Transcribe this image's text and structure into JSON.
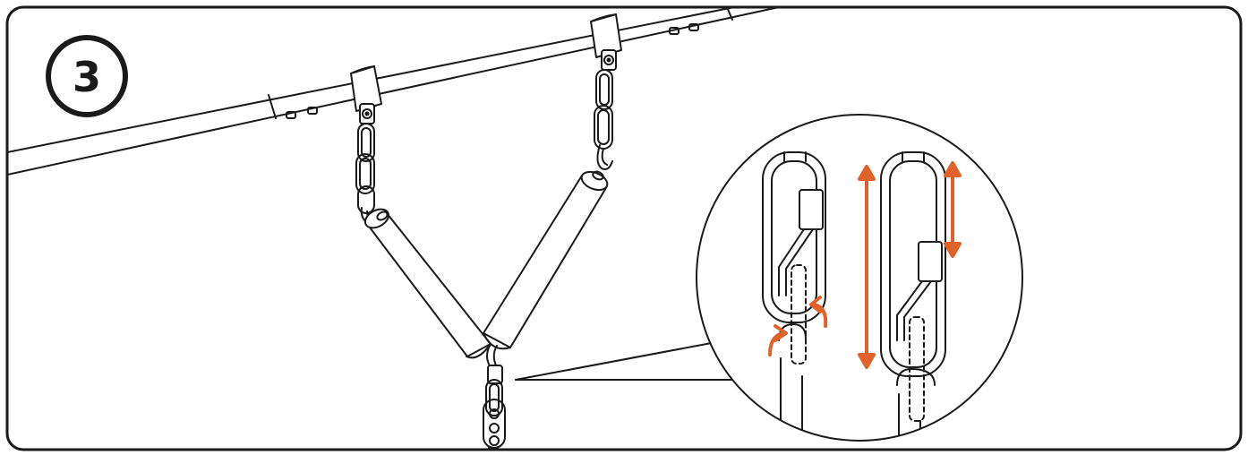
{
  "step": {
    "number": "3"
  },
  "colors": {
    "line": "#1a1a1a",
    "accent": "#e0612a",
    "background": "#ffffff"
  },
  "icons": {
    "main": "swing-hanging-assembly",
    "detail": "carabiner-link-detail",
    "arrows": [
      "curved-arrow-up",
      "double-arrow-vertical"
    ]
  }
}
